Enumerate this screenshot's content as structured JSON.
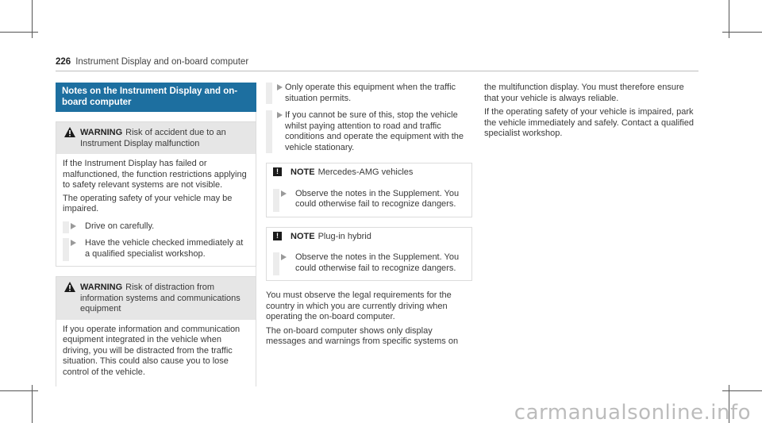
{
  "header": {
    "page_number": "226",
    "title": "Instrument Display and on-board computer"
  },
  "col1": {
    "section_title": "Notes on the Instrument Display and on-board computer",
    "warning1": {
      "label": "WARNING",
      "title": "Risk of accident due to an Instrument Display malfunction",
      "p1": "If the Instrument Display has failed or malfunctioned, the function restrictions applying to safety relevant systems are not visible.",
      "p2": "The operating safety of your vehicle may be impaired.",
      "steps": [
        "Drive on carefully.",
        "Have the vehicle checked immediately at a qualified specialist workshop."
      ]
    },
    "warning2": {
      "label": "WARNING",
      "title": "Risk of distraction from information systems and communications equipment",
      "p1": "If you operate information and communication equipment integrated in the vehicle when driving, you will be distracted from the traffic situation. This could also cause you to lose control of the vehicle."
    }
  },
  "col2": {
    "steps": [
      "Only operate this equipment when the traffic situation permits.",
      "If you cannot be sure of this, stop the vehicle whilst paying attention to road and traffic conditions and operate the equipment with the vehicle stationary."
    ],
    "note1": {
      "label": "NOTE",
      "title": "Mercedes-AMG vehicles",
      "step": "Observe the notes in the Supplement. You could otherwise fail to recognize dangers."
    },
    "note2": {
      "label": "NOTE",
      "title": "Plug-in hybrid",
      "step": "Observe the notes in the Supplement. You could otherwise fail to recognize dangers."
    },
    "p1": "You must observe the legal requirements for the country in which you are currently driving when operating the on-board computer.",
    "p2": "The on-board computer shows only display messages and warnings from specific systems on"
  },
  "col3": {
    "p1": "the multifunction display. You must therefore ensure that your vehicle is always reliable.",
    "p2": "If the operating safety of your vehicle is impaired, park the vehicle immediately and safely. Contact a qualified specialist workshop."
  },
  "watermark": "carmanualsonline.info"
}
